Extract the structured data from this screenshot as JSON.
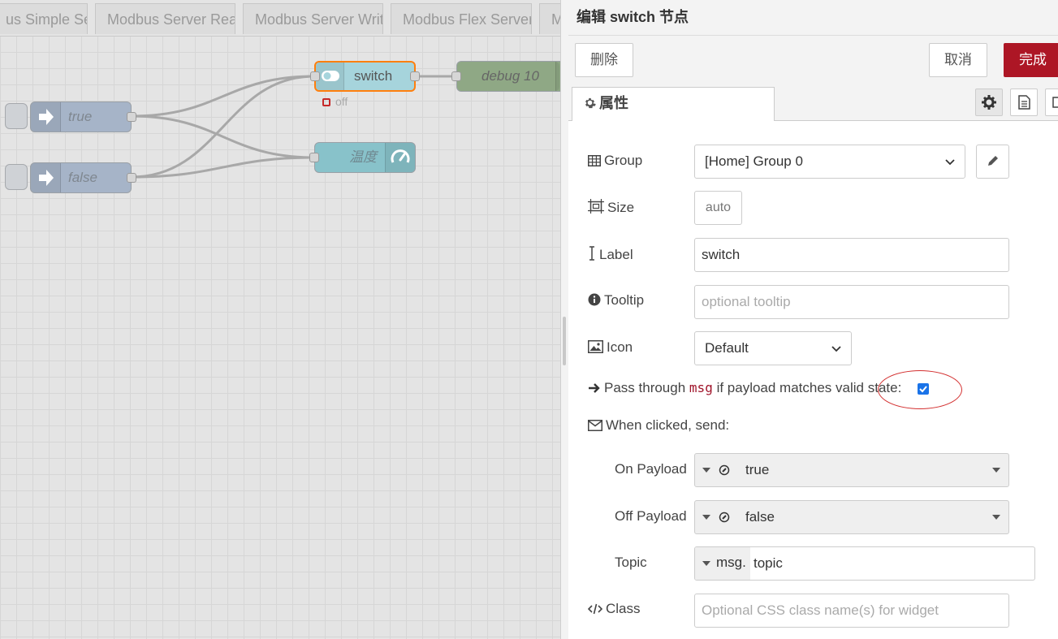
{
  "workspace": {
    "tabs": [
      "us Simple Ser",
      "Modbus Server Rea",
      "Modbus Server Writ",
      "Modbus Flex Server",
      "M"
    ],
    "nodes": {
      "switch_label": "switch",
      "switch_status": "off",
      "debug_label": "debug 10",
      "gauge_label": "温度",
      "inject_true_label": "true",
      "inject_false_label": "false"
    }
  },
  "editor": {
    "title": "编辑 switch 节点",
    "delete_label": "删除",
    "cancel_label": "取消",
    "done_label": "完成",
    "properties_tab": "属性",
    "fields": {
      "group_label": "Group",
      "group_value": "[Home] Group 0",
      "size_label": "Size",
      "size_value": "auto",
      "label_label": "Label",
      "label_value": "switch",
      "tooltip_label": "Tooltip",
      "tooltip_placeholder": "optional tooltip",
      "icon_label": "Icon",
      "icon_value": "Default",
      "pass_prefix": "Pass through",
      "pass_code": "msg",
      "pass_suffix": "if payload matches valid state:",
      "pass_checked": true,
      "when_clicked": "When clicked, send:",
      "on_payload_label": "On Payload",
      "on_payload_value": "true",
      "off_payload_label": "Off Payload",
      "off_payload_value": "false",
      "topic_label": "Topic",
      "topic_prefix": "msg.",
      "topic_value": "topic",
      "class_label": "Class",
      "class_placeholder": "Optional CSS class name(s) for widget"
    }
  },
  "colors": {
    "accent": "#ad1625",
    "highlight_circle": "#d32f2f",
    "switch_node": "#a6d4dc",
    "debug_node": "#8fa885",
    "inject_node": "#a6b4c8",
    "gauge_node": "#88c2ca"
  }
}
